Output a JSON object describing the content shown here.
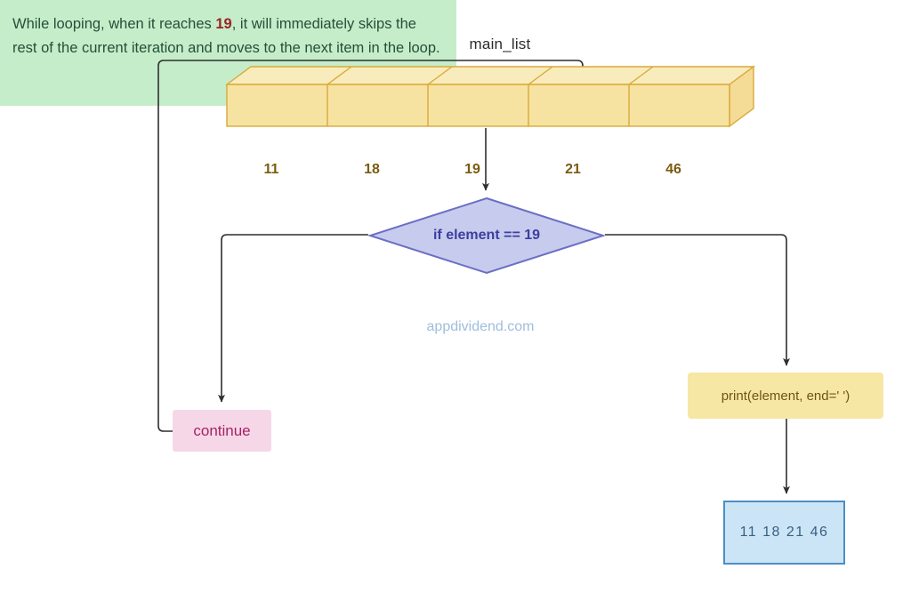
{
  "diagram": {
    "title_label": "main_list",
    "watermark": "appdividend.com",
    "array": {
      "name": "main_list",
      "cells": [
        "11",
        "18",
        "19",
        "21",
        "46"
      ],
      "fill_color": "#f7e3a1",
      "stroke_color": "#d9a93a",
      "text_color": "#7a5c10"
    },
    "decision": {
      "label": "if element == 19",
      "fill_color": "#c7cbee",
      "stroke_color": "#6b6fc4",
      "text_color": "#3b3f9e"
    },
    "continue_node": {
      "label": "continue",
      "fill_color": "#f6d7e8",
      "text_color": "#a62463"
    },
    "print_node": {
      "label": "print(element, end=' ')",
      "fill_color": "#f7e7a5",
      "text_color": "#6d5512"
    },
    "output_node": {
      "label": "11  18  21  46",
      "fill_color": "#cce5f6",
      "stroke_color": "#4a8fc4",
      "text_color": "#3a5f80"
    },
    "note": {
      "part1": "While looping, when it reaches ",
      "highlight": "19",
      "part2": ", it will immediately skips the rest of the current iteration and moves to the next item in the loop.",
      "fill_color": "#c6edc9",
      "text_color": "#24503a",
      "highlight_color": "#9b2226"
    },
    "edges": [
      {
        "from": "continue",
        "to": "main_list",
        "label": "main_list"
      },
      {
        "from": "main_list",
        "to": "decision",
        "label": ""
      },
      {
        "from": "decision",
        "to": "continue",
        "label": ""
      },
      {
        "from": "decision",
        "to": "print",
        "label": ""
      },
      {
        "from": "print",
        "to": "output",
        "label": ""
      }
    ]
  }
}
